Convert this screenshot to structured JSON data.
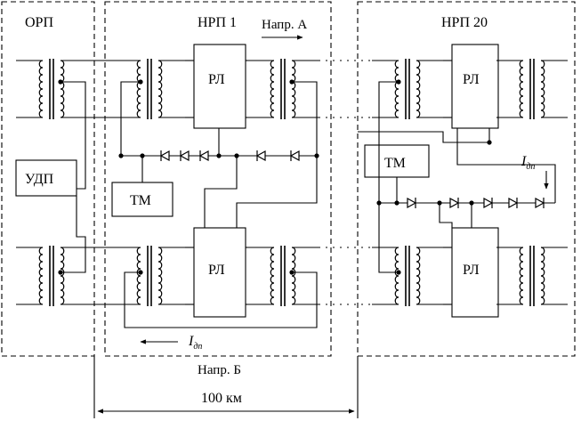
{
  "labels": {
    "orp": "ОРП",
    "nrp1": "НРП 1",
    "nrp20": "НРП 20",
    "dir_a": "Напр. А",
    "dir_b": "Напр. Б",
    "distance": "100 км",
    "udp": "УДП",
    "tm": "ТМ",
    "rl": "РЛ",
    "current": "I",
    "current_sub": "дп"
  },
  "colors": {
    "line": "#000000",
    "background": "#ffffff"
  }
}
